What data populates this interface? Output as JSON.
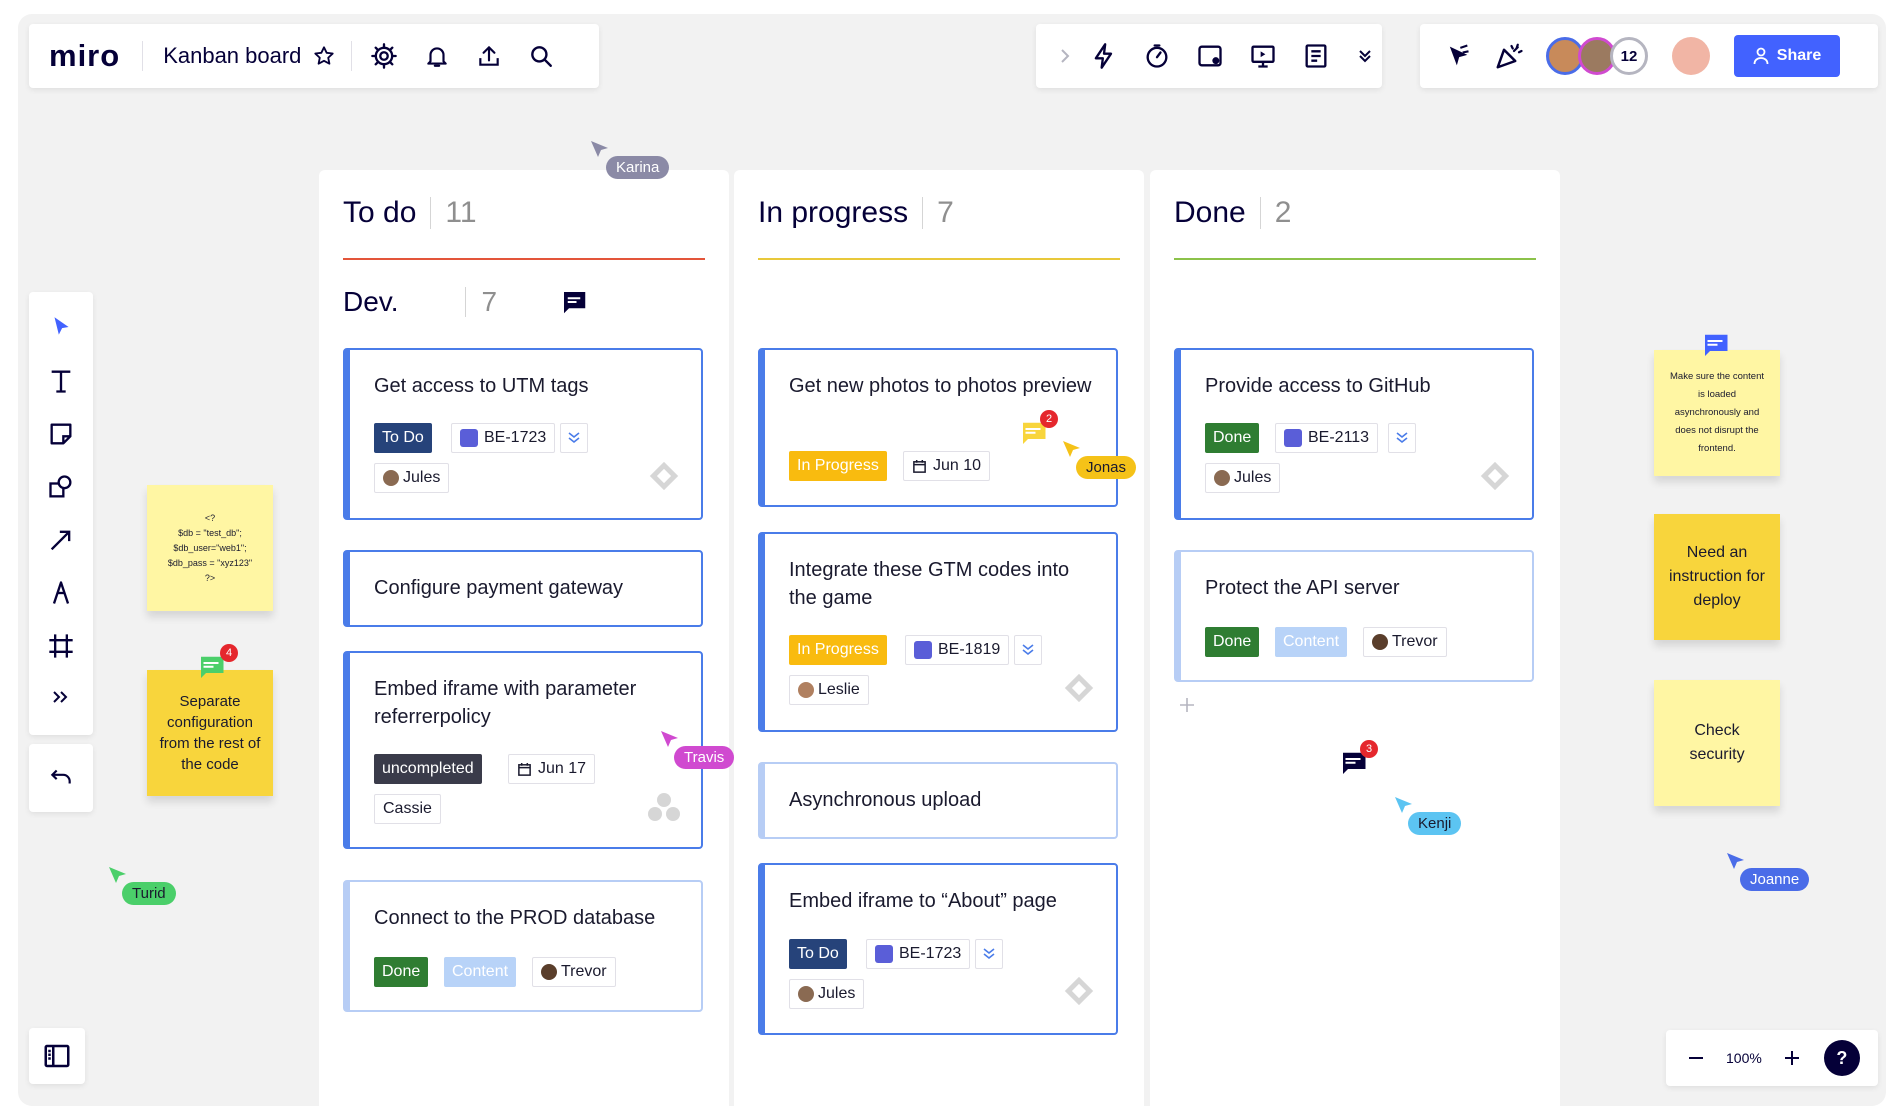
{
  "app": {
    "logo": "miro",
    "board_title": "Kanban board",
    "share_label": "Share",
    "collaborator_count": "12",
    "zoom": "100%",
    "help": "?"
  },
  "top_left_icons": [
    "star-icon",
    "settings-icon",
    "bell-icon",
    "upload-icon",
    "search-icon"
  ],
  "top_mid_icons": [
    "chevron-right-icon",
    "lightning-icon",
    "timer-icon",
    "card-icon",
    "present-icon",
    "notes-icon",
    "chevrons-down-icon"
  ],
  "left_tools": [
    "select-icon",
    "text-icon",
    "sticky-note-icon",
    "shapes-icon",
    "arrow-icon",
    "pen-icon",
    "frame-icon",
    "more-icon"
  ],
  "columns": {
    "todo": {
      "title": "To do",
      "count": "11",
      "color": "#e3553a"
    },
    "progress": {
      "title": "In progress",
      "count": "7",
      "color": "#e8c83a"
    },
    "done": {
      "title": "Done",
      "count": "2",
      "color": "#8cc24a"
    }
  },
  "swimlane": {
    "title": "Dev.",
    "count": "7"
  },
  "cards": {
    "utm": {
      "title": "Get access to UTM tags",
      "status": "To Do",
      "issue": "BE-1723",
      "assignee": "Jules"
    },
    "payment": {
      "title": "Configure payment gateway"
    },
    "iframe_param": {
      "title": "Embed iframe with parameter referrerpolicy",
      "status": "uncompleted",
      "date": "Jun 17",
      "assignee": "Cassie"
    },
    "prod_db": {
      "title": "Connect to the PROD database",
      "status": "Done",
      "tag": "Content",
      "assignee": "Trevor"
    },
    "photos": {
      "title": "Get new photos to photos preview",
      "status": "In Progress",
      "date": "Jun 10"
    },
    "gtm": {
      "title": "Integrate these GTM codes into the game",
      "status": "In Progress",
      "issue": "BE-1819",
      "assignee": "Leslie"
    },
    "async": {
      "title": "Asynchronous upload"
    },
    "iframe_about": {
      "title": "Embed iframe to “About” page",
      "status": "To Do",
      "issue": "BE-1723",
      "assignee": "Jules"
    },
    "github": {
      "title": "Provide access to GitHub",
      "status": "Done",
      "issue": "BE-2113",
      "assignee": "Jules"
    },
    "api": {
      "title": "Protect the API server",
      "status": "Done",
      "tag": "Content",
      "assignee": "Trevor"
    }
  },
  "stickies": {
    "code": {
      "lines": [
        "<?",
        "$db = \"test_db\";",
        "$db_user=\"web1\";",
        "$db_pass = \"xyz123\"",
        "?>"
      ]
    },
    "separate": {
      "text": "Separate configuration from the rest of the code"
    },
    "async_note": {
      "text": "Make sure the content is loaded asynchronously and does not disrupt the frontend."
    },
    "deploy": {
      "text": "Need an instruction for deploy"
    },
    "security": {
      "text": "Check security"
    }
  },
  "comment_badges": {
    "separate": "4",
    "photos": "2",
    "done_col": "3"
  },
  "cursors": {
    "karina": {
      "name": "Karina",
      "color": "#8b8aa6"
    },
    "jonas": {
      "name": "Jonas",
      "color": "#f5c218"
    },
    "travis": {
      "name": "Travis",
      "color": "#d04ad0"
    },
    "turid": {
      "name": "Turid",
      "color": "#4bcf6a"
    },
    "kenji": {
      "name": "Kenji",
      "color": "#5cc4f2"
    },
    "joanne": {
      "name": "Joanne",
      "color": "#4a6ce8"
    }
  }
}
